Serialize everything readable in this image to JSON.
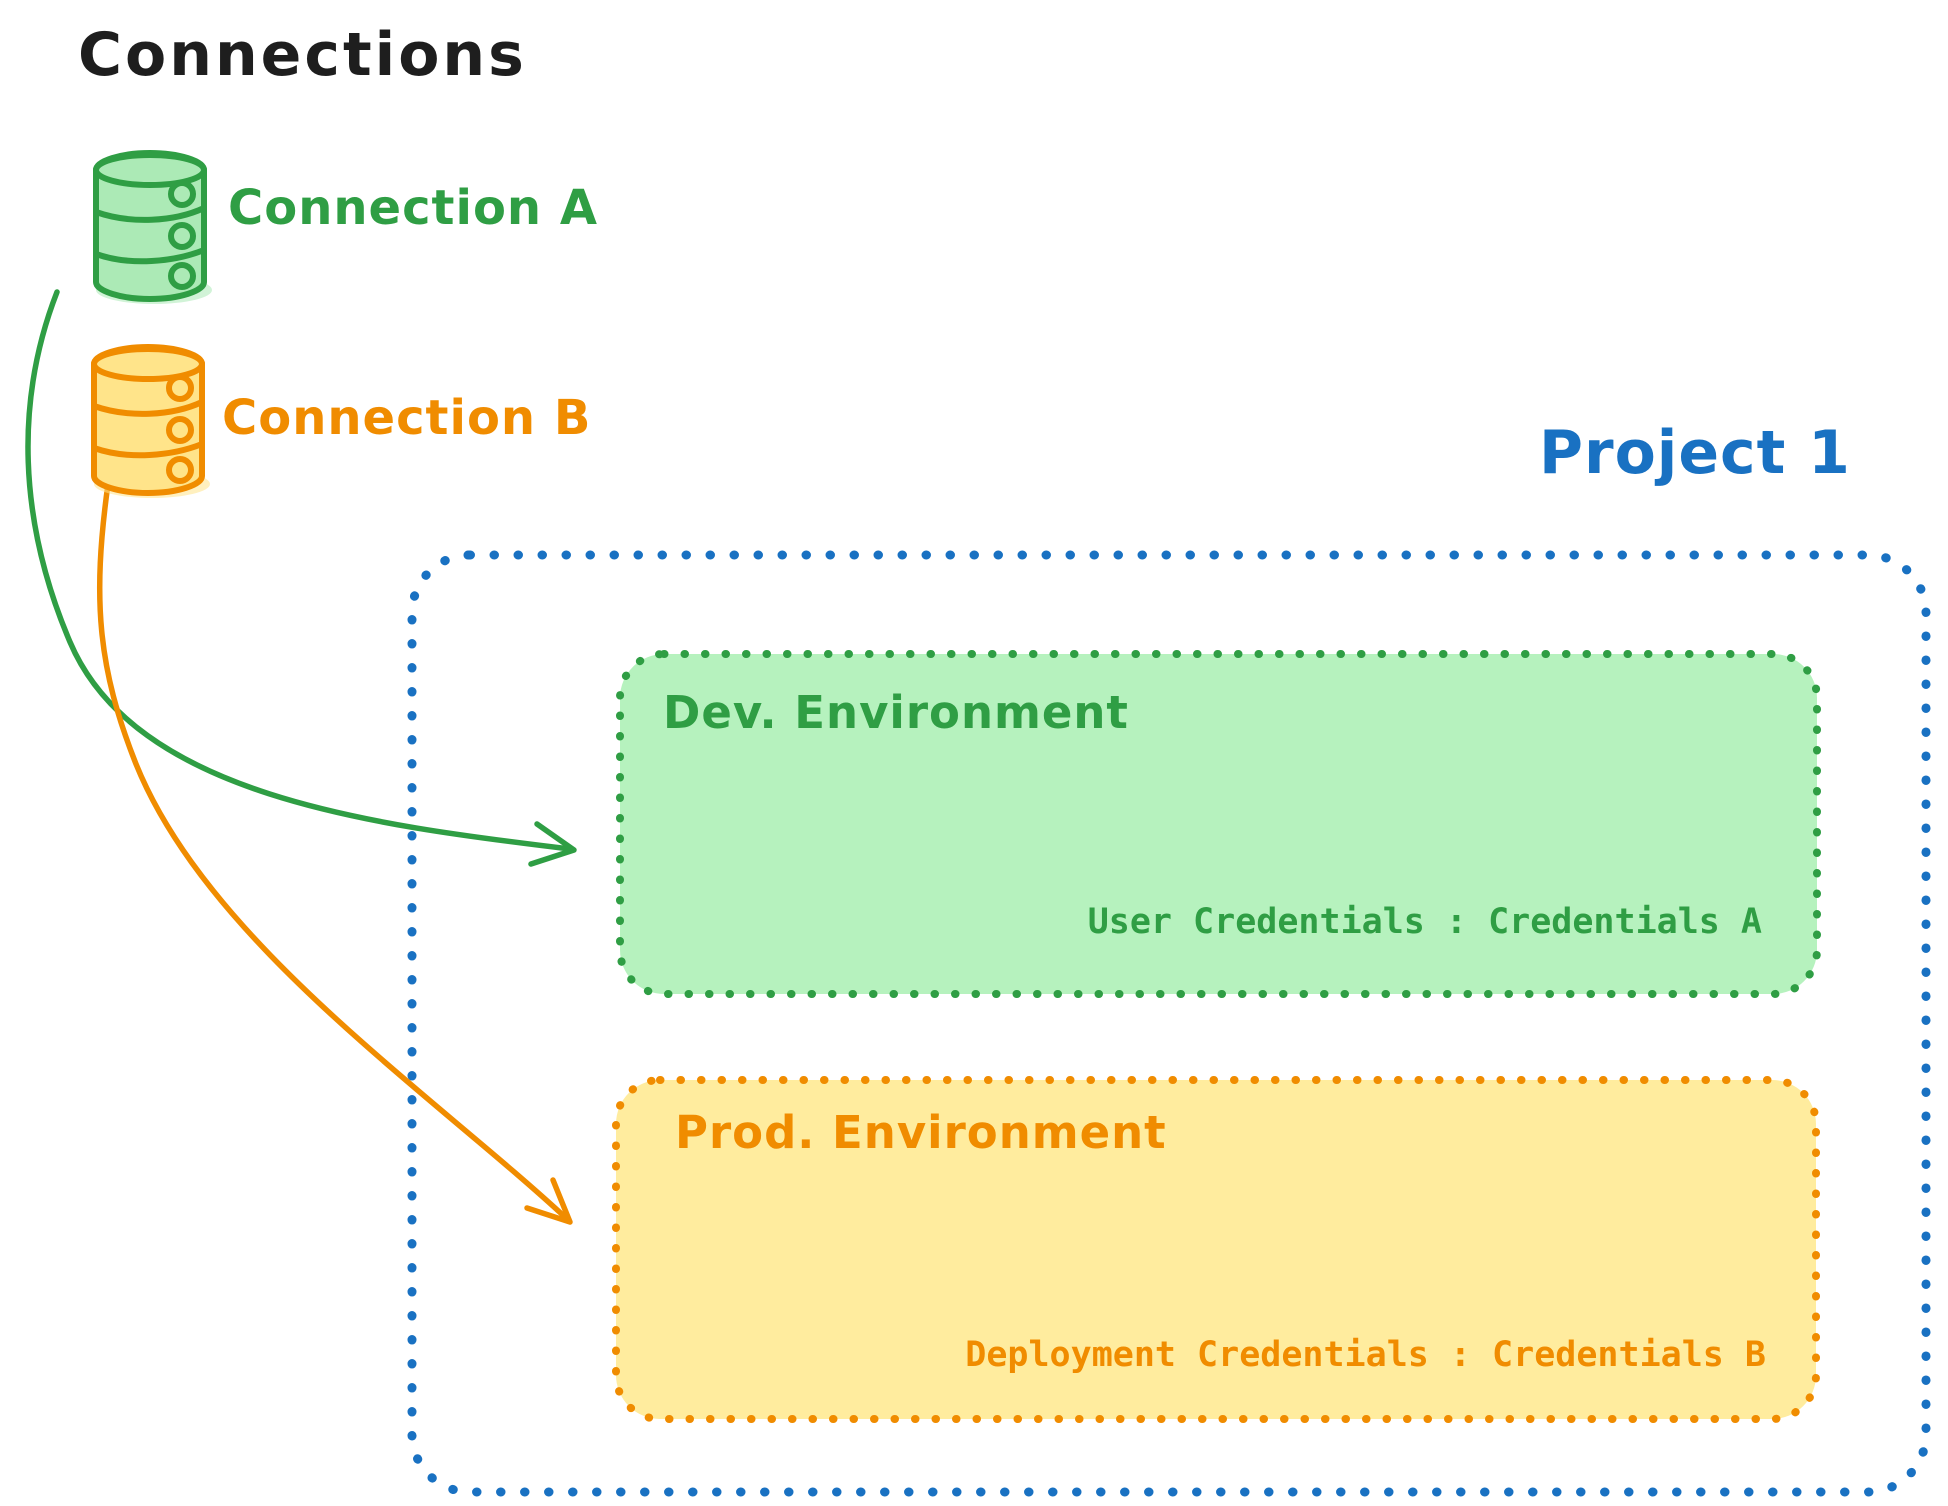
{
  "title": "Connections",
  "connections": [
    {
      "label": "Connection A",
      "color": "#2f9e44",
      "icon": "database-icon"
    },
    {
      "label": "Connection B",
      "color": "#f08c00",
      "icon": "database-icon"
    }
  ],
  "project": {
    "label": "Project 1",
    "color": "#1971c2",
    "environments": [
      {
        "name": "Dev. Environment",
        "credentials": "User Credentials : Credentials A",
        "color": "#2f9e44",
        "fill": "#b6f2be"
      },
      {
        "name": "Prod. Environment",
        "credentials": "Deployment Credentials : Credentials B",
        "color": "#f08c00",
        "fill": "#ffec9e"
      }
    ]
  },
  "colors": {
    "green": "#2f9e44",
    "green_fill": "#b6f2be",
    "orange": "#f08c00",
    "orange_fill": "#ffec9e",
    "blue": "#1971c2",
    "ink": "#1e1e1e",
    "background": "#ffffff"
  }
}
